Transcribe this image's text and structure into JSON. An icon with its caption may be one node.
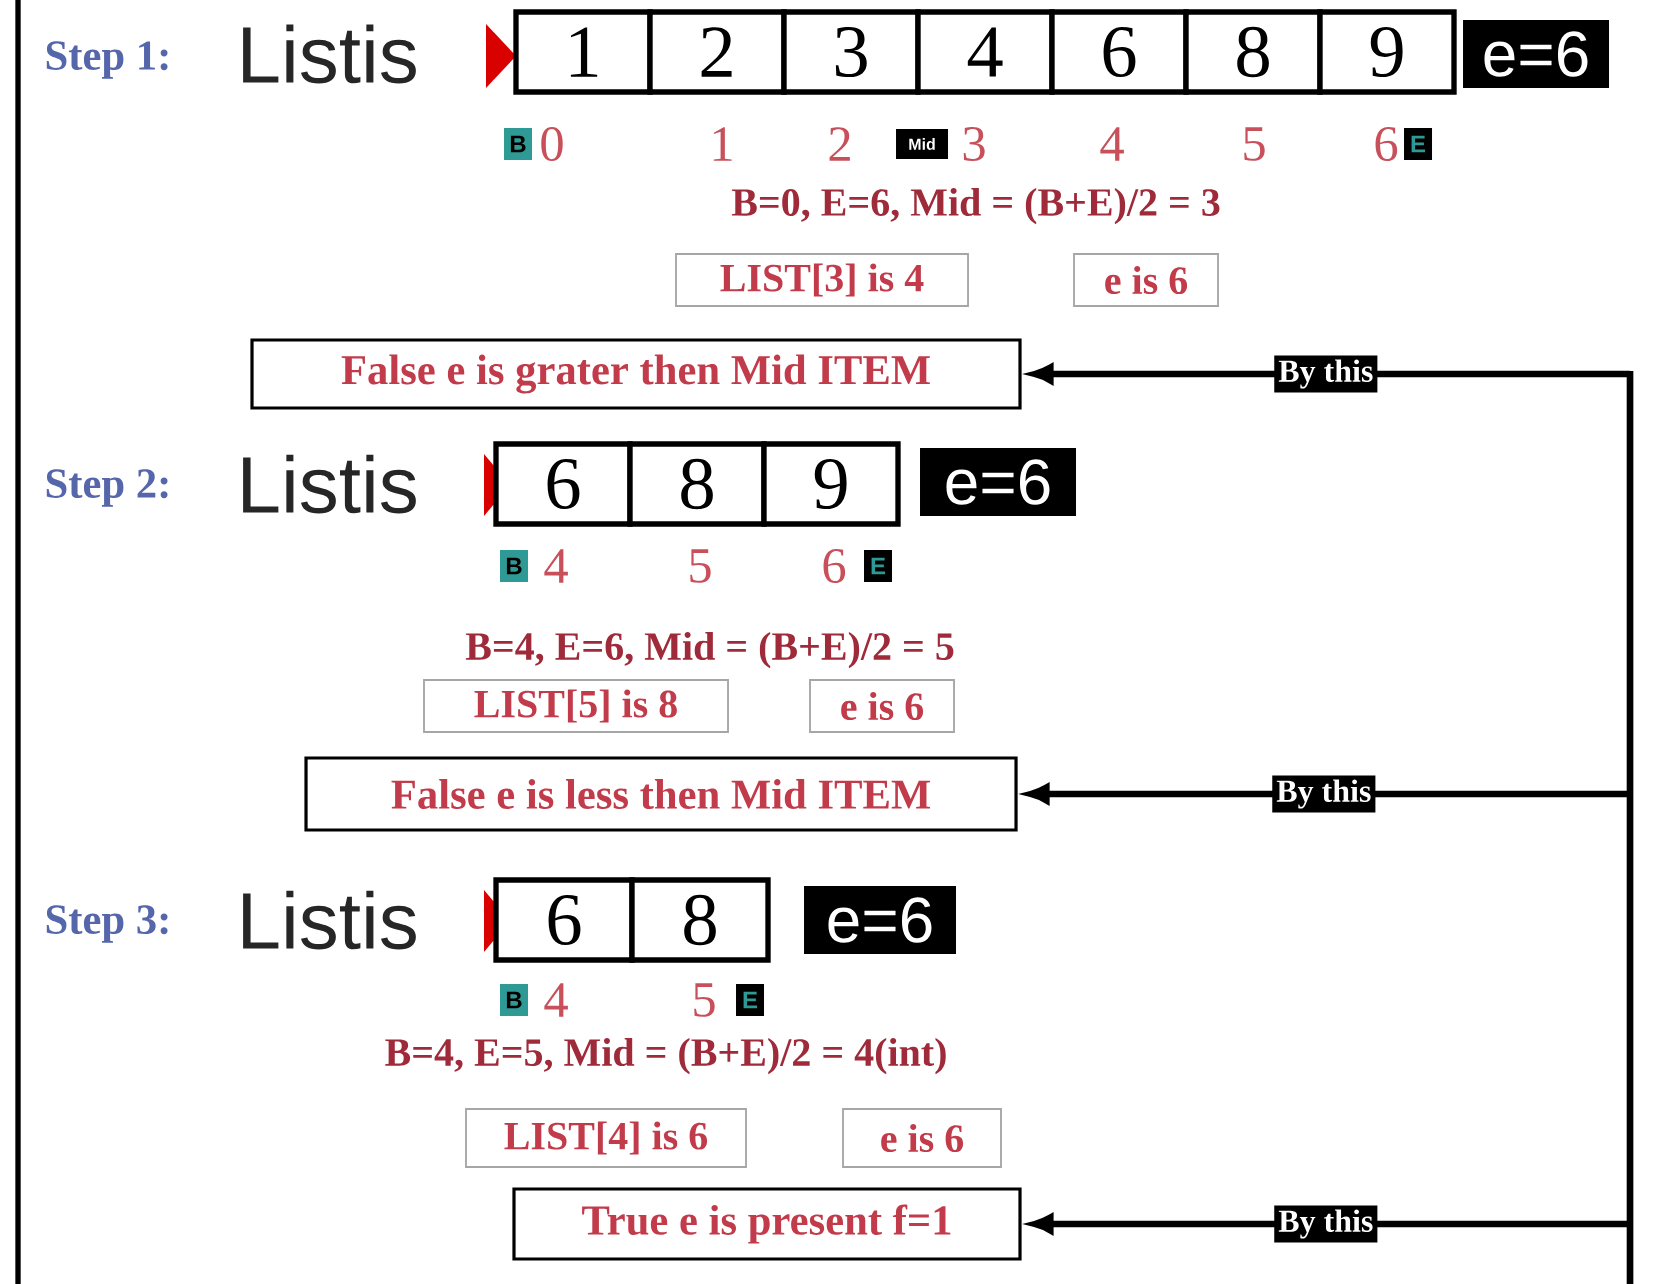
{
  "diagram": {
    "nodes": [
      {
        "text": [
          "1"
        ]
      },
      {
        "text": [
          "2"
        ]
      },
      {
        "text": [
          "3"
        ]
      },
      {
        "text": [
          "4"
        ]
      },
      {
        "text": [
          "6"
        ]
      },
      {
        "text": [
          "8"
        ]
      },
      {
        "text": [
          "9"
        ]
      },
      {
        "text": [
          "e=6"
        ]
      },
      {
        "text": [
          "B"
        ]
      },
      {
        "text": [
          "Mid"
        ]
      },
      {
        "text": [
          "E"
        ]
      },
      {
        "text": [
          "LIST[3] is 4"
        ]
      },
      {
        "text": [
          "e is 6"
        ]
      },
      {
        "text": [
          "False e is grater then Mid ITEM"
        ]
      },
      {
        "text": [
          "6"
        ]
      },
      {
        "text": [
          "8"
        ]
      },
      {
        "text": [
          "9"
        ]
      },
      {
        "text": [
          "e=6"
        ]
      },
      {
        "text": [
          "B"
        ]
      },
      {
        "text": [
          "E"
        ]
      },
      {
        "text": [
          "LIST[5] is 8"
        ]
      },
      {
        "text": [
          "e is 6"
        ]
      },
      {
        "text": [
          "False e is less then Mid ITEM"
        ]
      },
      {
        "text": [
          "6"
        ]
      },
      {
        "text": [
          "8"
        ]
      },
      {
        "text": [
          "e=6"
        ]
      },
      {
        "text": [
          "B"
        ]
      },
      {
        "text": [
          "E"
        ]
      },
      {
        "text": [
          "LIST[4] is 6"
        ]
      },
      {
        "text": [
          "e is 6"
        ]
      },
      {
        "text": [
          "True e is present f=1"
        ]
      }
    ],
    "edges": [
      {
        "from": null,
        "to": 13,
        "arrow": "to",
        "label": "By this"
      },
      {
        "from": null,
        "to": 22,
        "arrow": "to",
        "label": "By this"
      },
      {
        "from": null,
        "to": 30,
        "arrow": "to",
        "label": "By this"
      }
    ],
    "labels": [
      "Step 1:",
      "Listis",
      "0",
      "1",
      "2",
      "3",
      "4",
      "5",
      "6",
      "B=0, E=6, Mid = (B+E)/2 = 3",
      "Step 2:",
      "Listis",
      "4",
      "5",
      "6",
      "B=4, E=6, Mid = (B+E)/2 = 5",
      "Step 3:",
      "Listis",
      "4",
      "5",
      "B=4, E=5, Mid = (B+E)/2 = 4(int)"
    ]
  }
}
